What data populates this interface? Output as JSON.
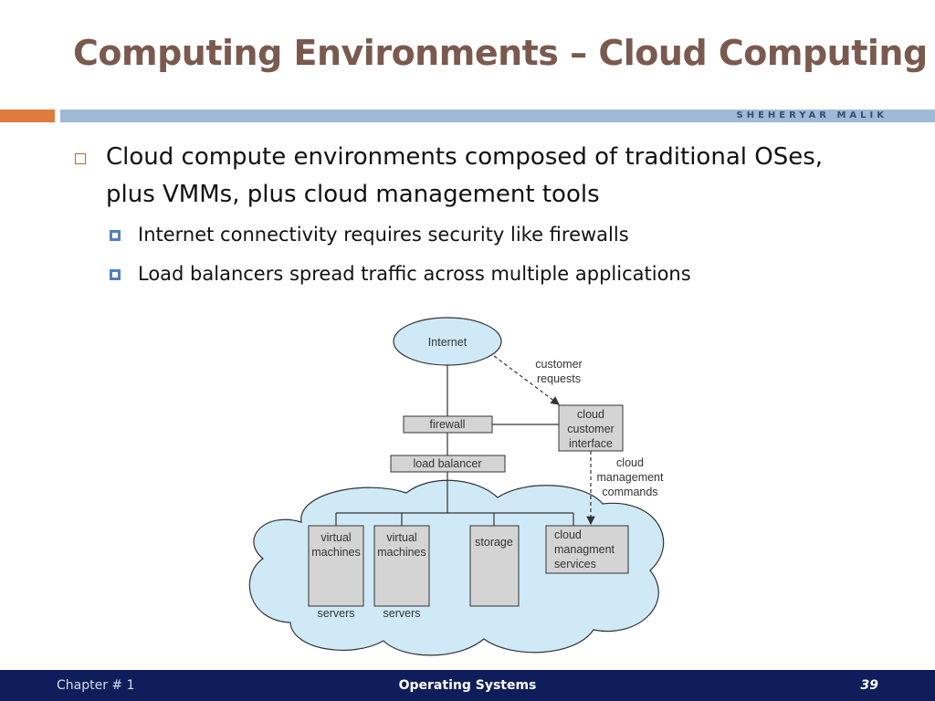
{
  "slide": {
    "title": "Computing Environments – Cloud Computing",
    "author": "SHEHERYAR MALIK",
    "accent_orange": "#e07a3f",
    "accent_blue": "#9fb9d6",
    "title_color": "#7a5a4e"
  },
  "bullets": {
    "main_line1": "Cloud compute environments composed of traditional OSes,",
    "main_line2": "plus VMMs, plus cloud management tools",
    "sub": [
      "Internet connectivity requires security like firewalls",
      "Load balancers spread traffic across multiple applications"
    ]
  },
  "diagram": {
    "internet": "Internet",
    "customer_requests": [
      "customer",
      "requests"
    ],
    "firewall": "firewall",
    "cloud_customer_interface": [
      "cloud",
      "customer",
      "interface"
    ],
    "load_balancer": "load balancer",
    "cloud_management_commands": [
      "cloud",
      "management",
      "commands"
    ],
    "virtual_machines_1": [
      "virtual",
      "machines"
    ],
    "virtual_machines_2": [
      "virtual",
      "machines"
    ],
    "storage": "storage",
    "cloud_management_services": [
      "cloud",
      "managment",
      "services"
    ],
    "servers_1": "servers",
    "servers_2": "servers",
    "cloud_fill": "#cfe9f7",
    "box_fill": "#d4d4d4"
  },
  "footer": {
    "chapter": "Chapter # 1",
    "course": "Operating Systems",
    "page": "39",
    "background": "#0f1e5a"
  }
}
